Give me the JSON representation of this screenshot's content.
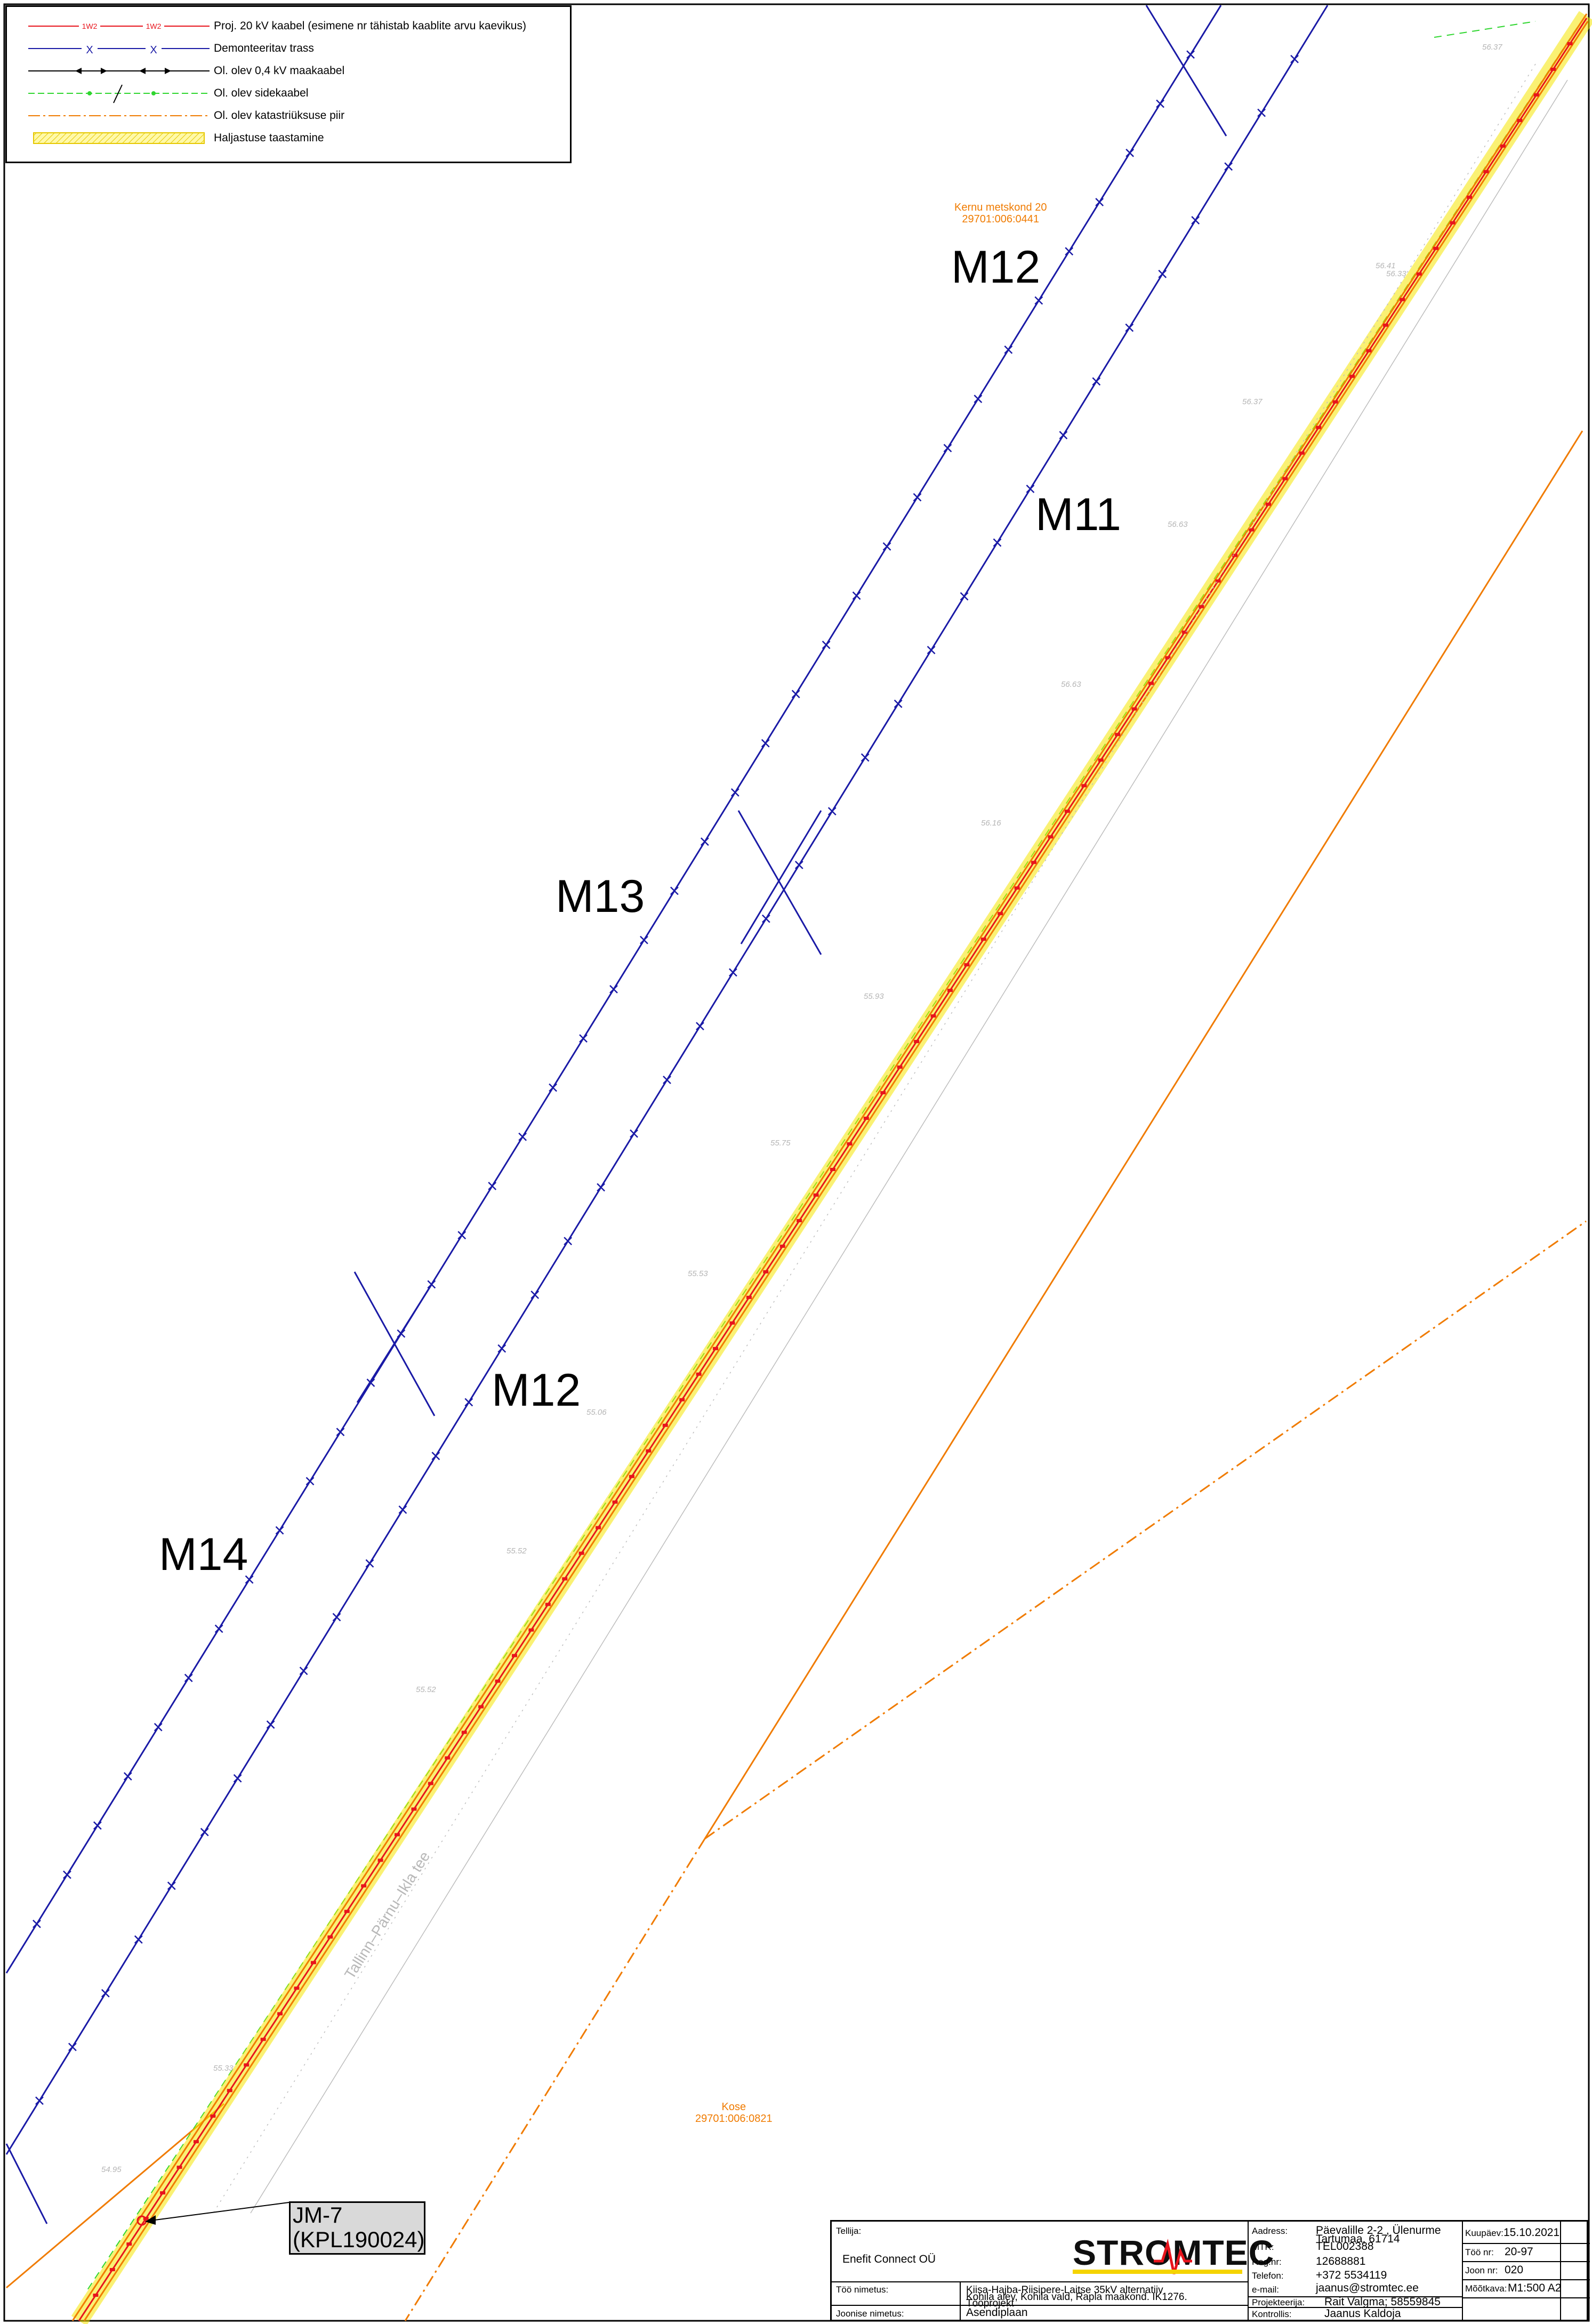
{
  "legend": {
    "items": [
      {
        "label": "Proj. 20 kV kaabel (esimene nr tähistab kaablite arvu kaevikus)",
        "marker": "1W2",
        "color": "#e8141c"
      },
      {
        "label": "Demonteeritav trass",
        "marker": "X",
        "color": "#1a1aa6"
      },
      {
        "label": "Ol. olev 0,4 kV maakaabel",
        "color": "#000000"
      },
      {
        "label": "Ol. olev sidekaabel",
        "color": "#2fd62f"
      },
      {
        "label": "Ol. olev katastriüksuse piir",
        "color": "#f07b00"
      },
      {
        "label": "Haljastuse taastamine",
        "color": "#f5e600"
      }
    ]
  },
  "labels": {
    "m12_top": "M12",
    "m11": "M11",
    "m13": "M13",
    "m12_bottom": "M12",
    "m14": "M14"
  },
  "parcels": {
    "top": {
      "name": "Kernu metskond 20",
      "id": "29701:006:0441"
    },
    "bottom": {
      "name": "Kose",
      "id": "29701:006:0821"
    }
  },
  "joint": {
    "line1": "JM-7",
    "line2": "(KPL190024)"
  },
  "road_label": "Tallinn–Pärnu–Ikla tee",
  "elevations": [
    "56.37",
    "56.41",
    "56.33",
    "56.37",
    "56.63",
    "56.63",
    "56.16",
    "55.93",
    "55.75",
    "55.53",
    "55.06",
    "55.52",
    "55.52",
    "54.95",
    "55.33"
  ],
  "titleblock": {
    "tellija_label": "Tellija:",
    "tellija": "Enefit Connect OÜ",
    "logo": "STROMTEC",
    "aadress_label": "Aadress:",
    "aadress_line1": "Päevalille 2-2 , Ülenurme",
    "aadress_line2": "Tartumaa, 61714",
    "mtr_label": "MTR:",
    "mtr": "TEL002388",
    "regnr_label": "Reg.nr:",
    "regnr": "12688881",
    "telefon_label": "Telefon:",
    "telefon": "+372 5534119",
    "email_label": "e-mail:",
    "email": "jaanus@stromtec.ee",
    "kuupaev_label": "Kuupäev:",
    "kuupaev": "15.10.2021",
    "toonr_label": "Töö nr:",
    "toonr": "20-97",
    "joonnr_label": "Joon nr:",
    "joonnr": "020",
    "mootkava_label": "Mõõtkava:",
    "mootkava": "M1:500 A2",
    "tooniminetus_label": "Töö nimetus:",
    "tooniminetus_line1": "Kiisa-Hajba-Riisipere-Laitse 35kV alternatiiv",
    "tooniminetus_line2": "Kohila alev, Kohila vald, Rapla maakond. IK1276.",
    "tooniminetus_line3": "Tööprojekt",
    "projekteerija_label": "Projekteerija:",
    "projekteerija": "Rait Valgma; 58559845",
    "joonisenimetus_label": "Joonise nimetus:",
    "joonisenimetus": "Asendiplaan",
    "kontrollis_label": "Kontrollis:",
    "kontrollis": "Jaanus Kaldoja"
  }
}
